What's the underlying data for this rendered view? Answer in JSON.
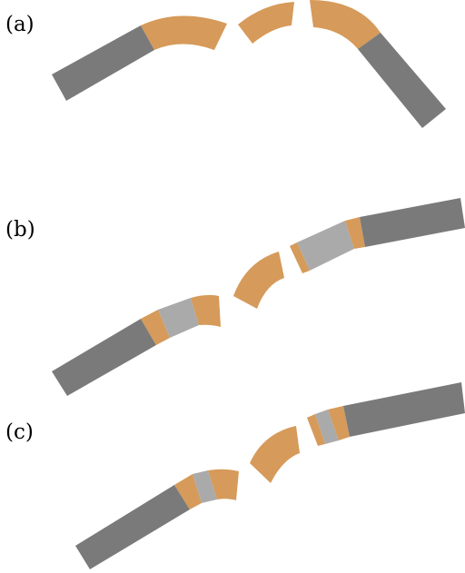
{
  "panels": [
    {
      "label": "(a)"
    },
    {
      "label": "(b)"
    },
    {
      "label": "(c)"
    }
  ],
  "colors": {
    "straight_segment": "#7a7a7a",
    "bent_segment": "#d69a5a",
    "spacer_segment": "#aaaaaa",
    "background": "#ffffff"
  },
  "legend": []
}
